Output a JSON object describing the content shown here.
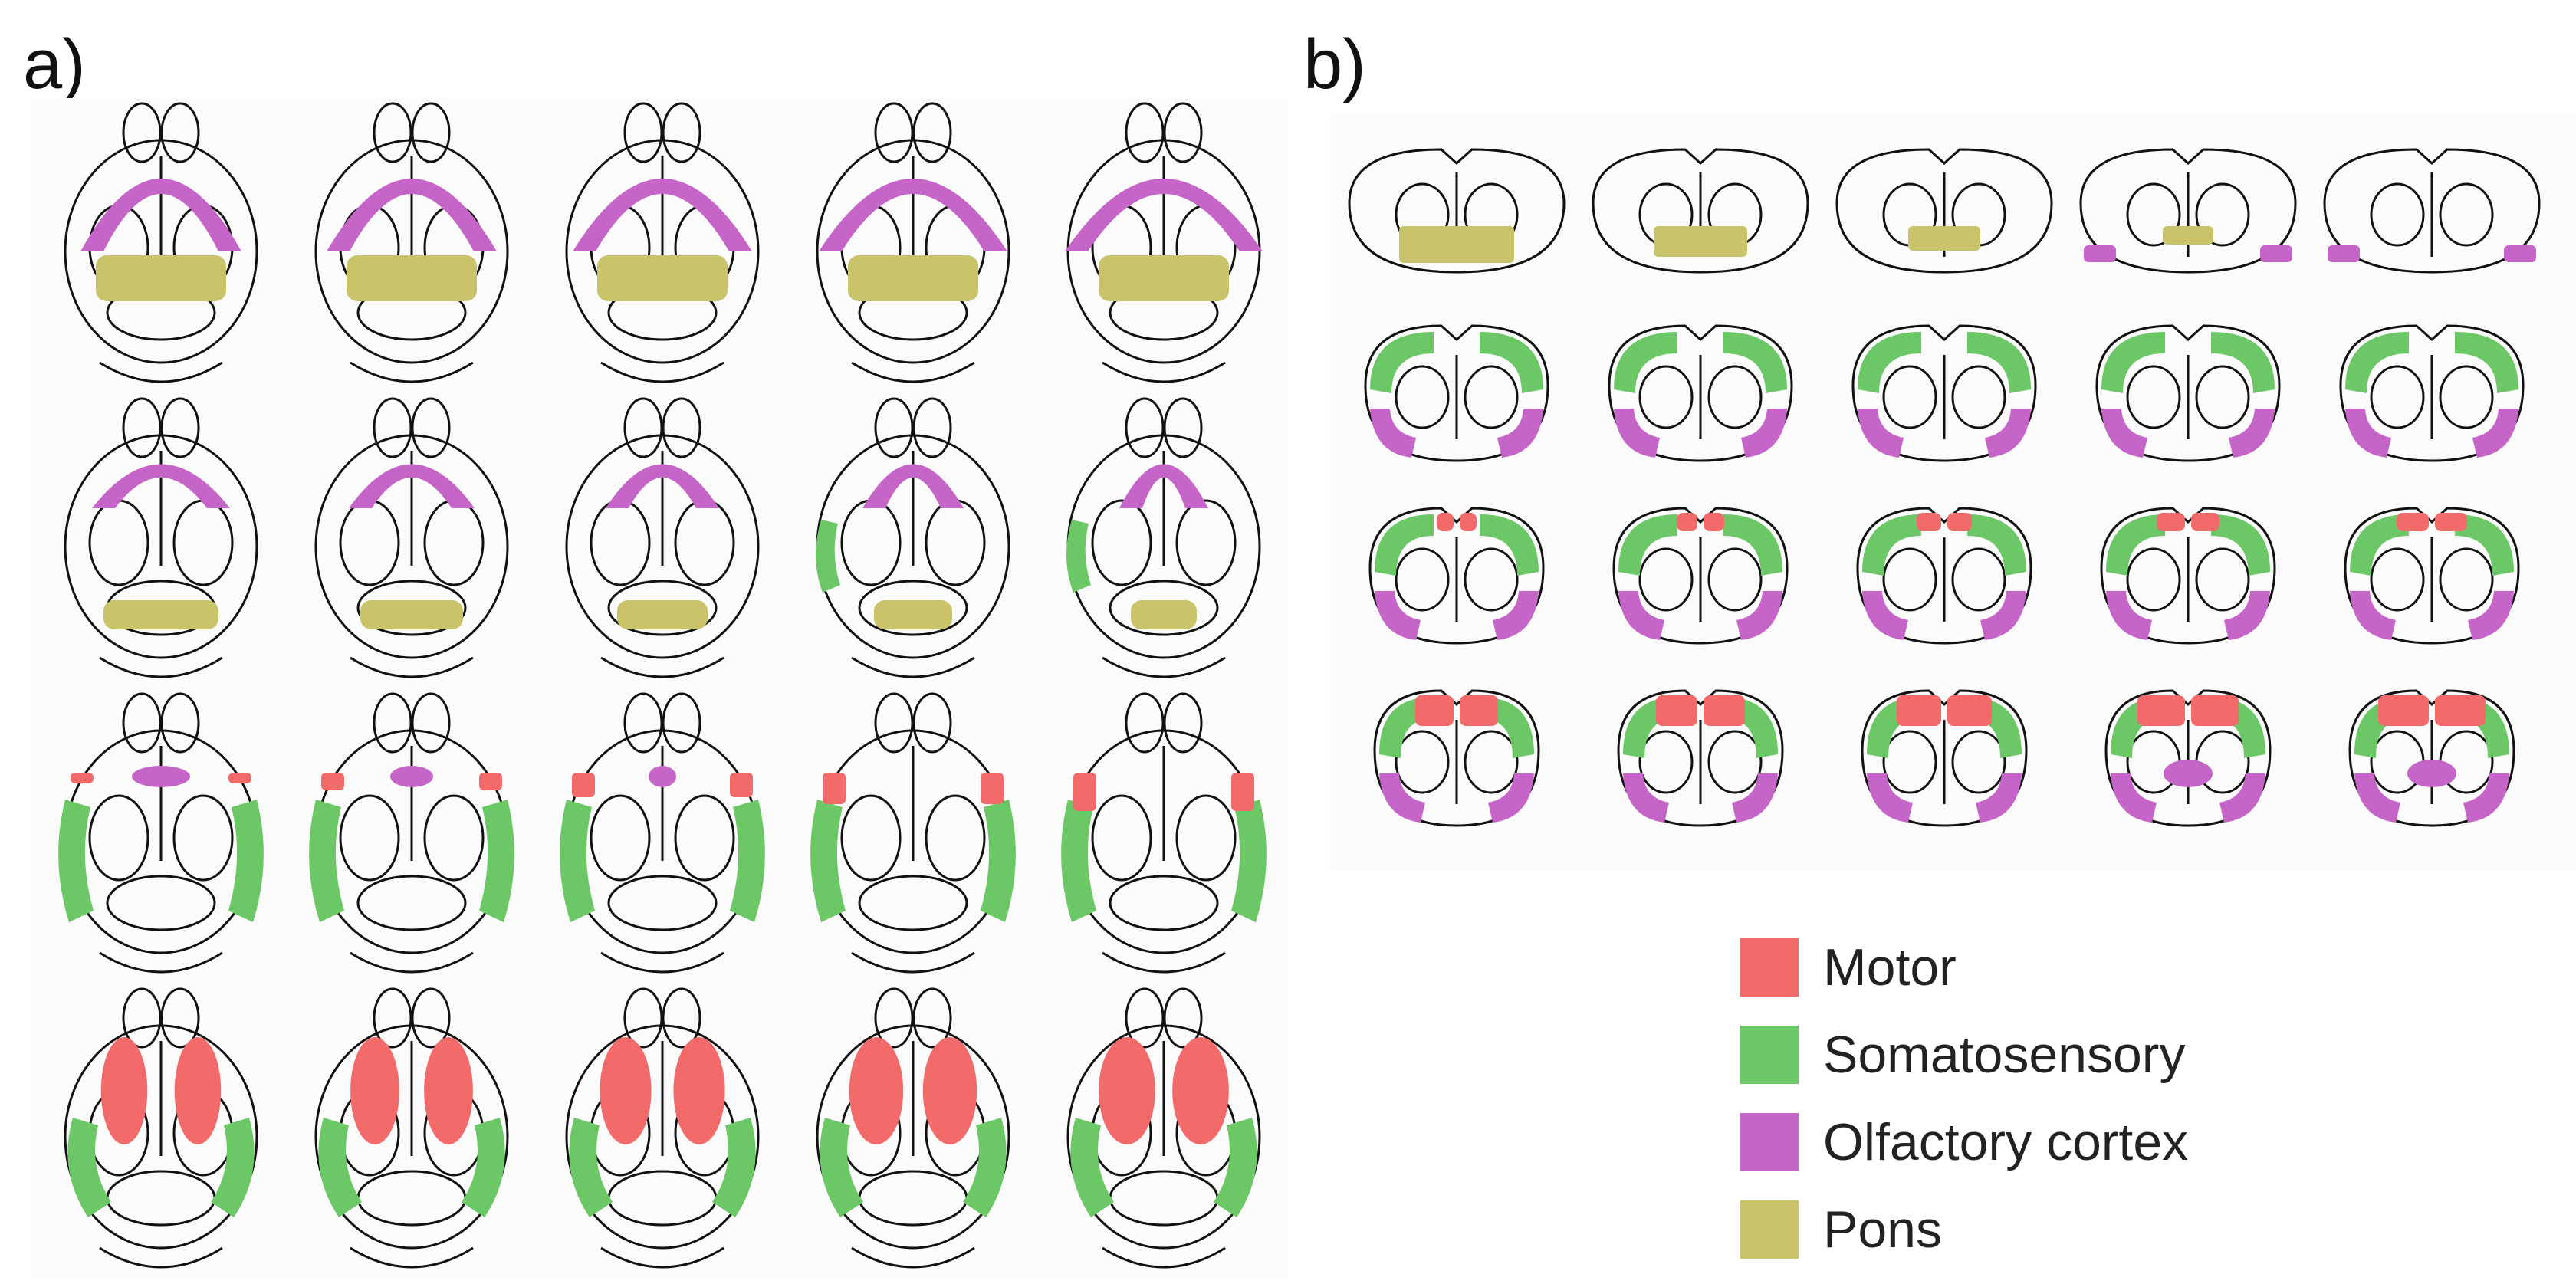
{
  "panels": {
    "a": {
      "label": "a)"
    },
    "b": {
      "label": "b)"
    }
  },
  "colors": {
    "motor": "#f26a6a",
    "somatosensory": "#6cc766",
    "olfactory": "#c665c8",
    "pons": "#c9c46a",
    "outline": "#111111",
    "background": "#fbfbfb"
  },
  "legend": [
    {
      "label": "Motor",
      "color": "#f26a6a"
    },
    {
      "label": "Somatosensory",
      "color": "#6cc766"
    },
    {
      "label": "Olfactory cortex",
      "color": "#c665c8"
    },
    {
      "label": "Pons",
      "color": "#c9c46a"
    }
  ]
}
